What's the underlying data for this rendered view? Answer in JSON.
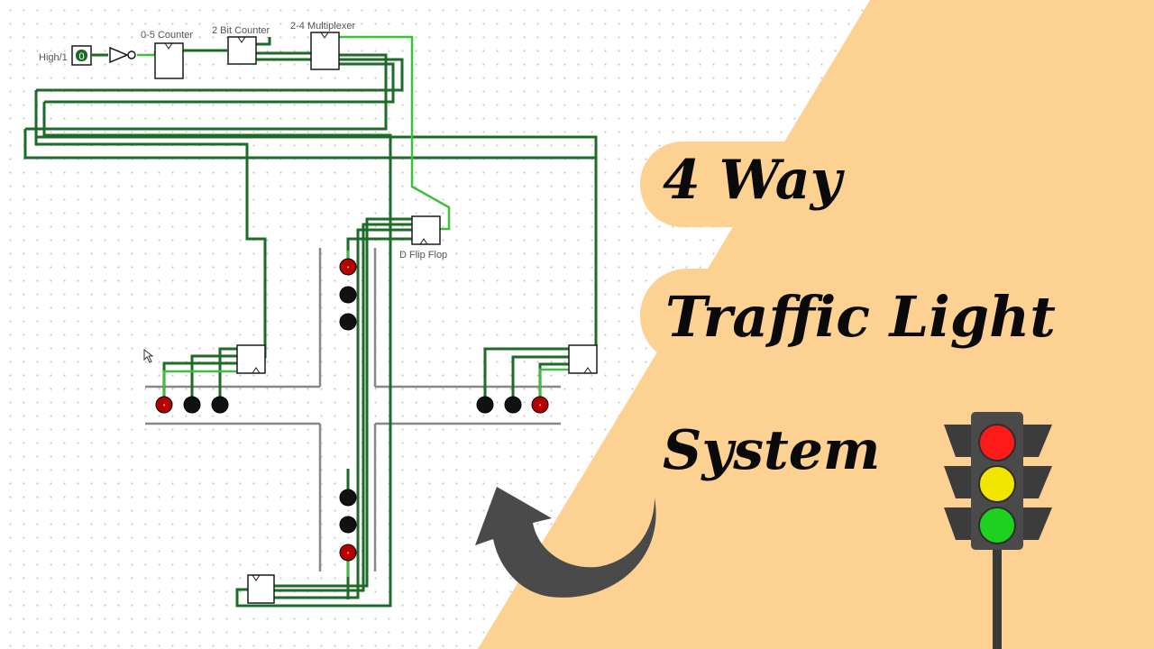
{
  "circuit": {
    "input_label": "High/1",
    "input_value": "0",
    "components": {
      "counter_0_5": "0-5 Counter",
      "counter_2bit": "2 Bit Counter",
      "multiplexer": "2-4 Multiplexer",
      "d_flip_flop": "D Flip Flop"
    },
    "signals": {
      "north": [
        "red",
        "off",
        "off"
      ],
      "west": [
        "red",
        "off",
        "off"
      ],
      "east": [
        "off",
        "off",
        "red"
      ],
      "south": [
        "off",
        "off",
        "red"
      ]
    }
  },
  "title": {
    "line1": "4 Way",
    "line2": "Traffic Light",
    "line3": "System"
  },
  "traffic_light_lamps": [
    "red",
    "yellow",
    "green"
  ],
  "colors": {
    "banner": "#fcd191",
    "wire_dark": "#1d6b27",
    "wire_bright": "#3fbf3f",
    "lamp_red": "#b30000",
    "lamp_off": "#111111",
    "road": "#888888",
    "arrow": "#4a4a4a",
    "light_red": "#ff1a1a",
    "light_yellow": "#f2e600",
    "light_green": "#1fd11f"
  },
  "icons": [
    "cursor-icon",
    "curved-arrow-icon",
    "traffic-light-icon"
  ]
}
